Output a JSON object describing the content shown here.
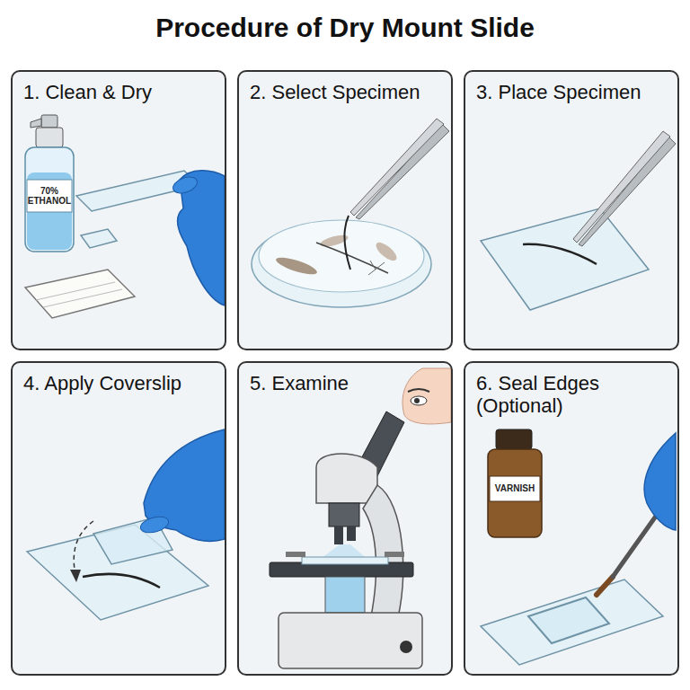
{
  "diagram": {
    "title": "Procedure of Dry Mount Slide",
    "nodes": [
      {
        "text": [
          "1. Clean & Dry"
        ]
      },
      {
        "text": [
          "2. Select Specimen"
        ]
      },
      {
        "text": [
          "3. Place Specimen"
        ]
      },
      {
        "text": [
          "4. Apply Coverslip"
        ]
      },
      {
        "text": [
          "5. Examine"
        ]
      },
      {
        "text": [
          "6. Seal Edges (Optional)"
        ]
      }
    ],
    "labels": [
      "70% ETHANOL",
      "VARNISH"
    ]
  }
}
